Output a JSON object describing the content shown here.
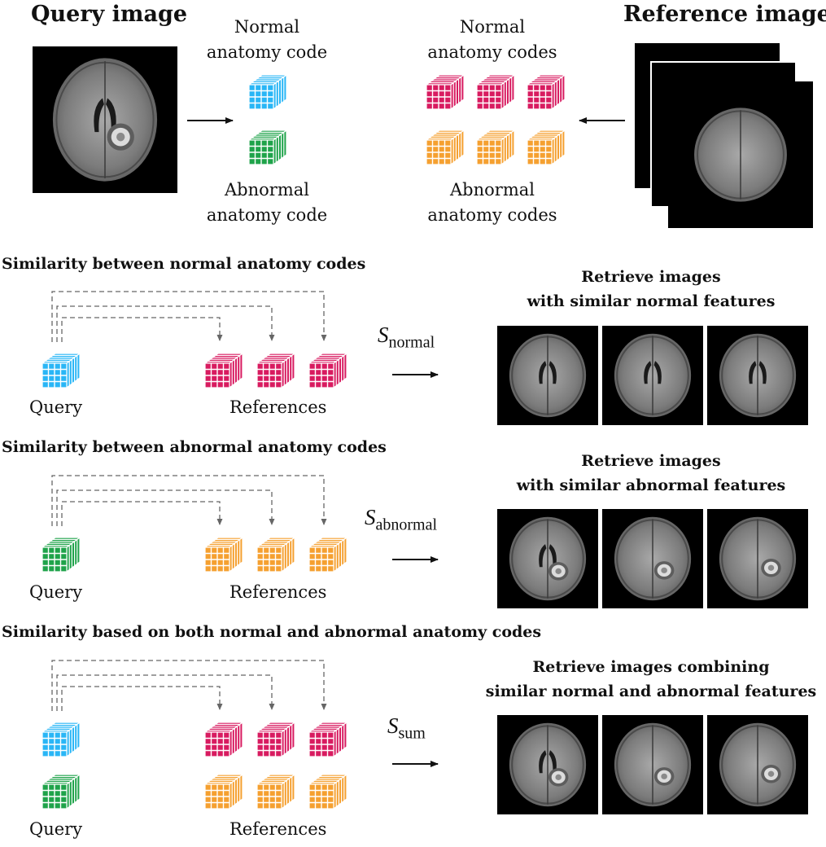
{
  "top": {
    "query_title": "Query image",
    "reference_title": "Reference images",
    "normal_code_label": [
      "Normal",
      "anatomy code"
    ],
    "abnormal_code_label": [
      "Abnormal",
      "anatomy code"
    ],
    "normal_codes_label": [
      "Normal",
      "anatomy codes"
    ],
    "abnormal_codes_label": [
      "Abnormal",
      "anatomy codes"
    ]
  },
  "sections": [
    {
      "title": "Similarity between normal anatomy codes",
      "query_label": "Query",
      "references_label": "References",
      "symbol": "S",
      "subscript": "normal",
      "result_title": [
        "Retrieve images",
        "with similar normal features"
      ]
    },
    {
      "title": "Similarity between abnormal anatomy codes",
      "query_label": "Query",
      "references_label": "References",
      "symbol": "S",
      "subscript": "abnormal",
      "result_title": [
        "Retrieve images",
        "with similar abnormal features"
      ]
    },
    {
      "title": "Similarity based on both normal and abnormal anatomy codes",
      "query_label": "Query",
      "references_label": "References",
      "symbol": "S",
      "subscript": "sum",
      "result_title": [
        "Retrieve images combining",
        "similar normal and abnormal features"
      ]
    }
  ],
  "colors": {
    "normal_query": "#29b6f6",
    "abnormal_query": "#1fa34a",
    "normal_reference": "#d81b60",
    "abnormal_reference": "#f5a030",
    "arrow": "#111111",
    "dashed": "#666666"
  }
}
